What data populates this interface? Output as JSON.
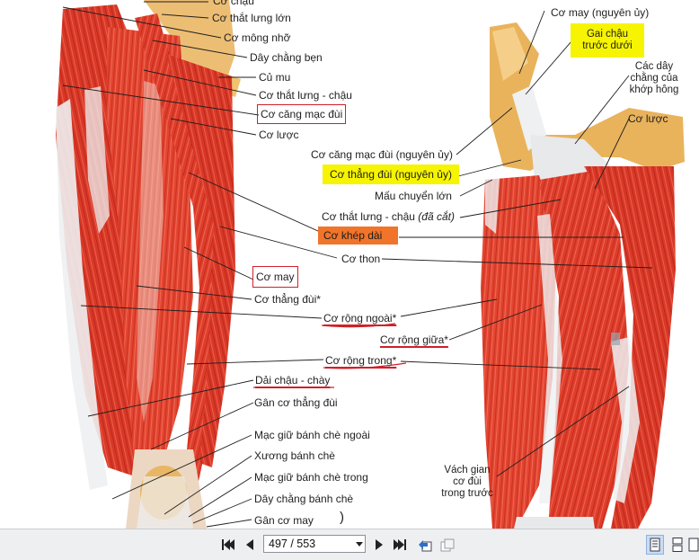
{
  "labels_left": {
    "co_chau": "Cơ chậu",
    "co_that_lung_lon": "Cơ thắt lưng lớn",
    "co_mong_nho": "Cơ mông nhỡ",
    "day_chang_ben": "Dây chằng bẹn",
    "cu_mu": "Củ mu",
    "co_that_lung_chau": "Cơ thắt lưng - chậu",
    "co_cang_mac_dui": "Cơ căng mạc đùi",
    "co_luoc": "Cơ lược",
    "co_may": "Cơ may",
    "co_thang_dui": "Cơ thẳng đùi*",
    "co_rong_ngoai": "Cơ rộng ngoài*",
    "co_rong_giua": "Cơ rộng giữa*",
    "co_rong_trong": "Cơ rộng trong*",
    "dai_chau_chay": "Dải chậu - chày",
    "gan_co_thang_dui": "Gân cơ thẳng đùi",
    "mac_giu_banh_che_ngoai": "Mạc giữ bánh chè ngoài",
    "xuong_banh_che": "Xương bánh chè",
    "mac_giu_banh_che_trong": "Mạc giữ bánh chè trong",
    "day_chang_banh_che": "Dây chằng bánh chè",
    "gan_co_may": "Gân cơ may"
  },
  "labels_right": {
    "co_may_nguyen_uy": "Cơ may (nguyên ủy)",
    "gai_chau_line1": "Gai chậu",
    "gai_chau_line2": "trước dưới",
    "cac_day_line1": "Các dây",
    "cac_day_line2": "chằng của",
    "cac_day_line3": "khớp hông",
    "co_luoc_r": "Cơ lược",
    "co_cang_mac_dui_nguyen_uy": "Cơ căng mạc đùi (nguyên ủy)",
    "co_thang_dui_nguyen_uy": "Cơ thẳng đùi (nguyên ủy)",
    "mau_chuyen_lon": "Mấu chuyển lớn",
    "co_that_lung_chau_da_cat_main": "Cơ thắt lưng - chậu ",
    "co_that_lung_chau_da_cat_em": "(đã cắt)",
    "co_khep_dai": "Cơ khép dài",
    "co_thon": "Cơ thon",
    "vach_gian_line1": "Vách gian",
    "vach_gian_line2": "cơ đùi",
    "vach_gian_line3": "trong trước"
  },
  "page_marks": {
    "paren": ")"
  },
  "toolbar": {
    "page_display": "497 / 553",
    "current_page": 497,
    "total_pages": 553,
    "first_page_icon": "first-page-icon",
    "prev_page_icon": "prev-page-icon",
    "next_page_icon": "next-page-icon",
    "last_page_icon": "last-page-icon",
    "back_view_icon": "back-view-icon",
    "forward_view_icon": "forward-view-icon",
    "single_page_icon": "single-page-view-icon",
    "continuous_icon": "continuous-view-icon",
    "facing_icon": "facing-view-icon"
  },
  "colors": {
    "muscle_red": "#dd3a2a",
    "tendon": "#eef0f1",
    "bone": "#e9b35c",
    "highlight_yellow": "#f6f400",
    "highlight_orange": "#f0742a",
    "annotation_red": "#d0202a",
    "toolbar_bg": "#eeeff1"
  }
}
